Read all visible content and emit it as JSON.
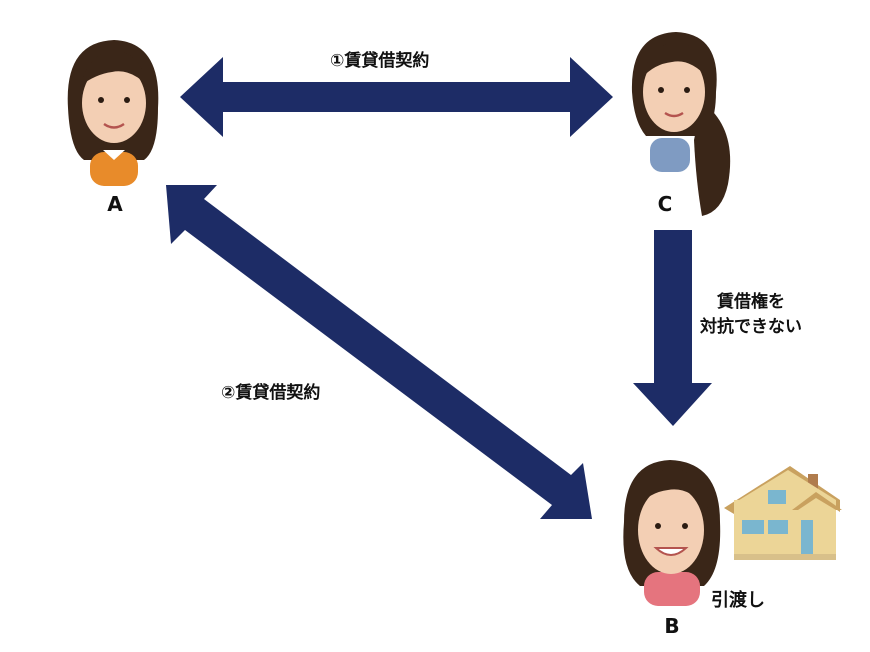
{
  "colors": {
    "arrow": "#1d2c66",
    "hair": "#3a2618",
    "skin": "#f3cfb4",
    "person_a_shirt": "#e88b2a",
    "person_c_shirt": "#7f9bc2",
    "person_b_shirt": "#e5747e",
    "house_wall": "#ecd597",
    "house_roof": "#c9a15f",
    "house_window": "#7ab6cf"
  },
  "people": {
    "a": {
      "label": "A"
    },
    "b": {
      "label": "B"
    },
    "c": {
      "label": "C"
    }
  },
  "arrows": {
    "contract_1": {
      "label": "①賃貸借契約"
    },
    "contract_2": {
      "label": "②賃貸借契約"
    },
    "cannot_oppose": {
      "line1": "賃借権を",
      "line2": "対抗できない"
    }
  },
  "house": {
    "icon": "house-icon",
    "label": "引渡し"
  }
}
